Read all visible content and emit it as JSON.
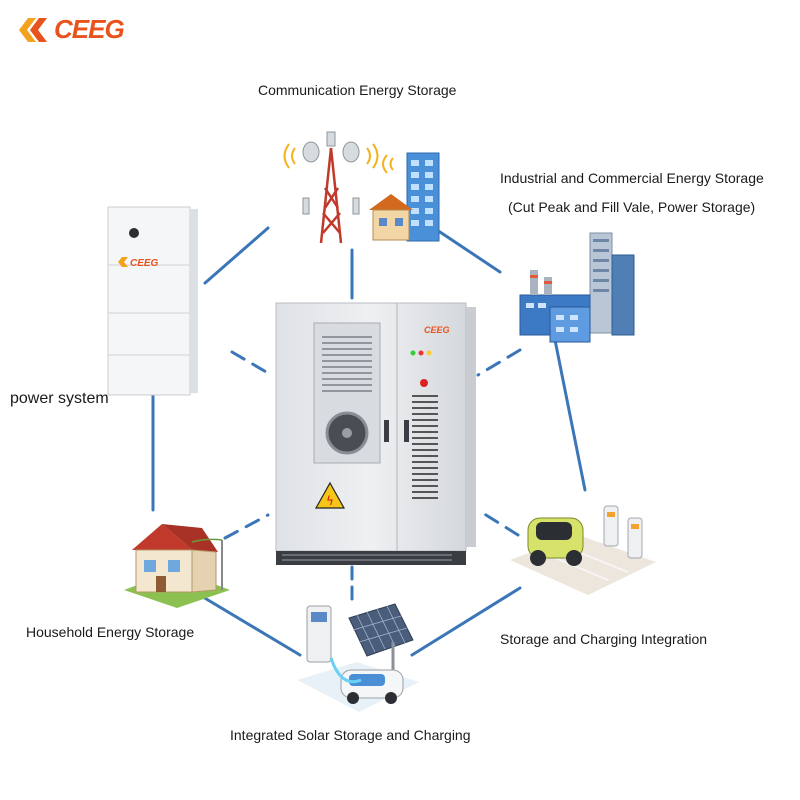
{
  "brand": {
    "logo_text": "CEEG",
    "accent_color": "#e8531d",
    "secondary_color": "#f4a21d"
  },
  "line_color": "#3a76b8",
  "nodes": {
    "communication": {
      "label": "Communication Energy Storage",
      "icon": "telecom-tower-icon"
    },
    "industrial": {
      "label": "Industrial and Commercial Energy Storage",
      "sublabel": "(Cut Peak and Fill Vale, Power Storage)",
      "icon": "factory-buildings-icon"
    },
    "power_system": {
      "label": "power system",
      "icon": "wall-battery-icon",
      "unit_logo": "CEEG"
    },
    "household": {
      "label": "Household Energy Storage",
      "icon": "house-icon"
    },
    "storage_charging": {
      "label": "Storage and Charging Integration",
      "icon": "ev-charging-station-icon"
    },
    "solar_charging": {
      "label": "Integrated Solar Storage and Charging",
      "icon": "solar-carport-icon"
    }
  },
  "center": {
    "icon": "energy-storage-cabinet-icon",
    "cabinet_logo": "CEEG"
  }
}
